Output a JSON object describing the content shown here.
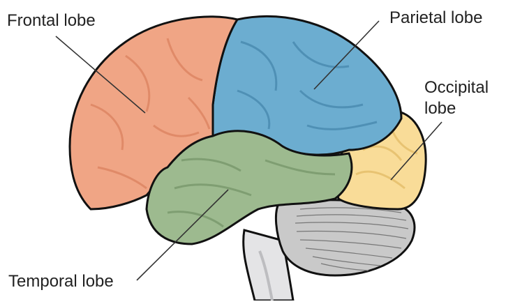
{
  "diagram": {
    "type": "anatomical-illustration",
    "subject": "Lateral view of the human brain",
    "labels": {
      "frontal": "Frontal lobe",
      "parietal": "Parietal lobe",
      "occipital_line1": "Occipital",
      "occipital_line2": "lobe",
      "temporal": "Temporal lobe"
    },
    "colors": {
      "frontal": "#f0a585",
      "frontal_fold": "#e08a68",
      "parietal": "#6cadd0",
      "parietal_fold": "#4f90b5",
      "occipital": "#f9dc98",
      "occipital_fold": "#e8c372",
      "temporal": "#9dba8f",
      "temporal_fold": "#7f9e72",
      "cerebellum": "#c9c9c9",
      "brainstem": "#e4e4e6",
      "outline": "#111111",
      "leader_line": "#333333",
      "text": "#222222"
    }
  }
}
